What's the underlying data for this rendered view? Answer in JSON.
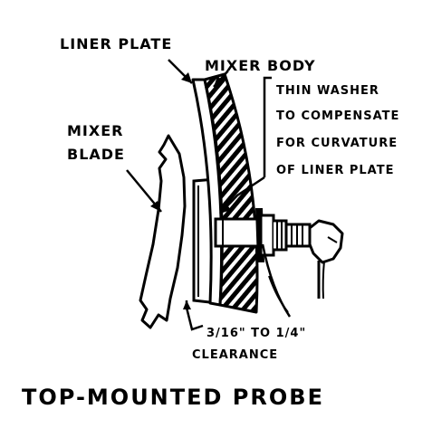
{
  "labels": {
    "liner_plate": "LINER PLATE",
    "mixer_body": "MIXER BODY",
    "mixer_blade_line1": "MIXER",
    "mixer_blade_line2": "BLADE",
    "washer_line1": "THIN WASHER",
    "washer_line2": "TO COMPENSATE",
    "washer_line3": "FOR CURVATURE",
    "washer_line4": "OF LINER PLATE",
    "clearance_line1": "3/16\" TO 1/4\"",
    "clearance_line2": "CLEARANCE"
  },
  "caption": "TOP-MOUNTED PROBE",
  "colors": {
    "ink": "#000000",
    "paper": "#ffffff"
  }
}
